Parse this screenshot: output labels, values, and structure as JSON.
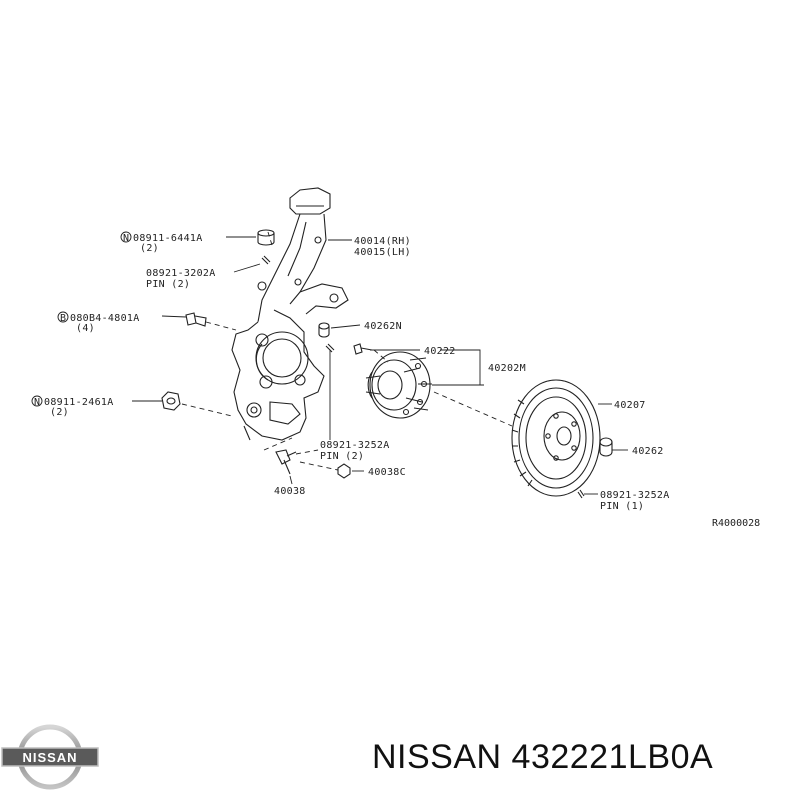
{
  "labels": {
    "l1_line1": "08911-6441A",
    "l1_line2": "(2)",
    "l2_line1": "40014(RH)",
    "l2_line2": "40015(LH)",
    "l3_line1": "08921-3202A",
    "l3_line2": "PIN (2)",
    "l4_line1": "080B4-4801A",
    "l4_line2": "(4)",
    "l5": "40262N",
    "l6": "40222",
    "l7": "40202M",
    "l8_line1": "08911-2461A",
    "l8_line2": "(2)",
    "l9": "40207",
    "l10_line1": "08921-3252A",
    "l10_line2": "PIN (2)",
    "l11": "40262",
    "l12": "40038C",
    "l13": "40038",
    "l14_line1": "08921-3252A",
    "l14_line2": "PIN (1)",
    "ref_code": "R4000028",
    "prefix_n": "N",
    "prefix_b": "B"
  },
  "brand": {
    "logo_text": "NISSAN",
    "caption": "NISSAN 432221LB0A"
  },
  "colors": {
    "line": "#222222",
    "logo_chrome": "#9a9a9a",
    "logo_band": "#555555"
  }
}
